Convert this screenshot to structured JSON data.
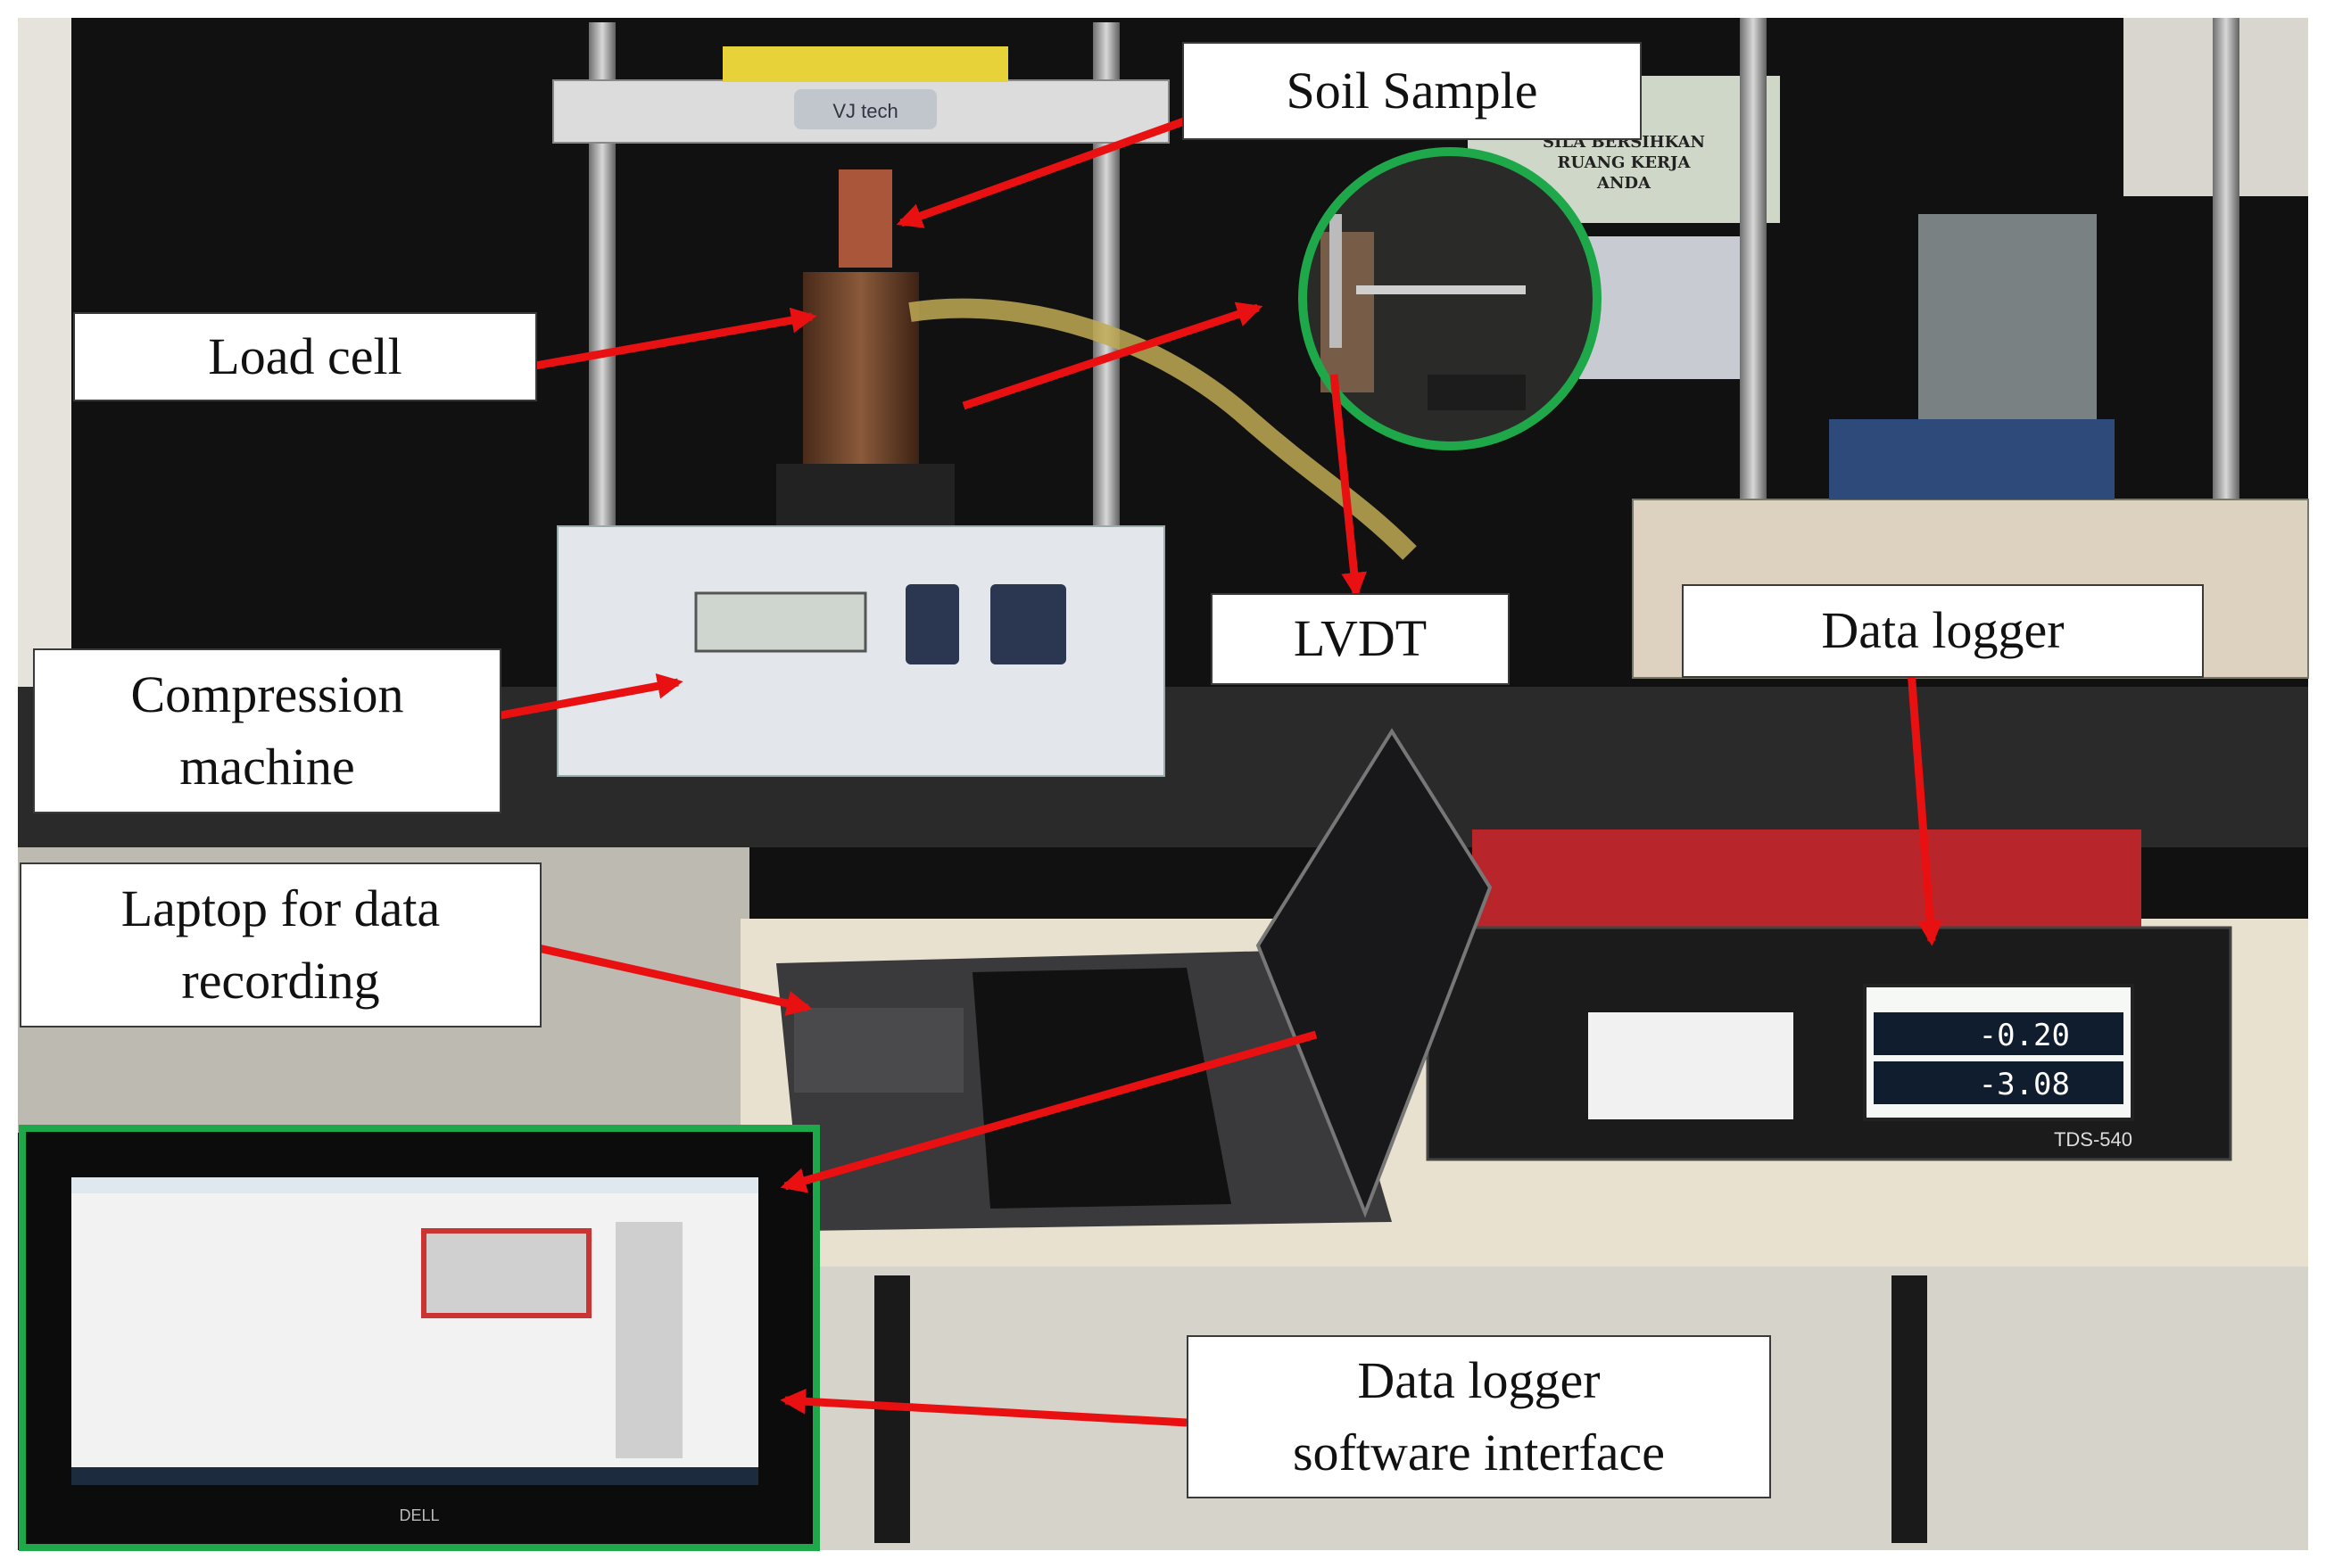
{
  "labels": {
    "soil_sample": "Soil Sample",
    "load_cell": "Load cell",
    "lvdt": "LVDT",
    "compression_machine": "Compression\nmachine",
    "data_logger": "Data logger",
    "laptop": "Laptop for data\nrecording",
    "software_interface": "Data logger\nsoftware interface"
  },
  "photo_text": {
    "frame_brand": "VJ tech",
    "logger_reading_1": "-0.20",
    "logger_reading_2": "-3.08",
    "logger_model": "TDS-540",
    "monitor_brand": "DELL",
    "notice_line_1": "SILA BERSIHKAN",
    "notice_line_2": "RUANG KERJA",
    "notice_line_3": "ANDA"
  },
  "colors": {
    "arrow": "#e81010",
    "highlight_ring": "#1fa84a",
    "wall": "#111111",
    "bench_top": "#e9e1cf",
    "logger_red": "#b8262c"
  }
}
